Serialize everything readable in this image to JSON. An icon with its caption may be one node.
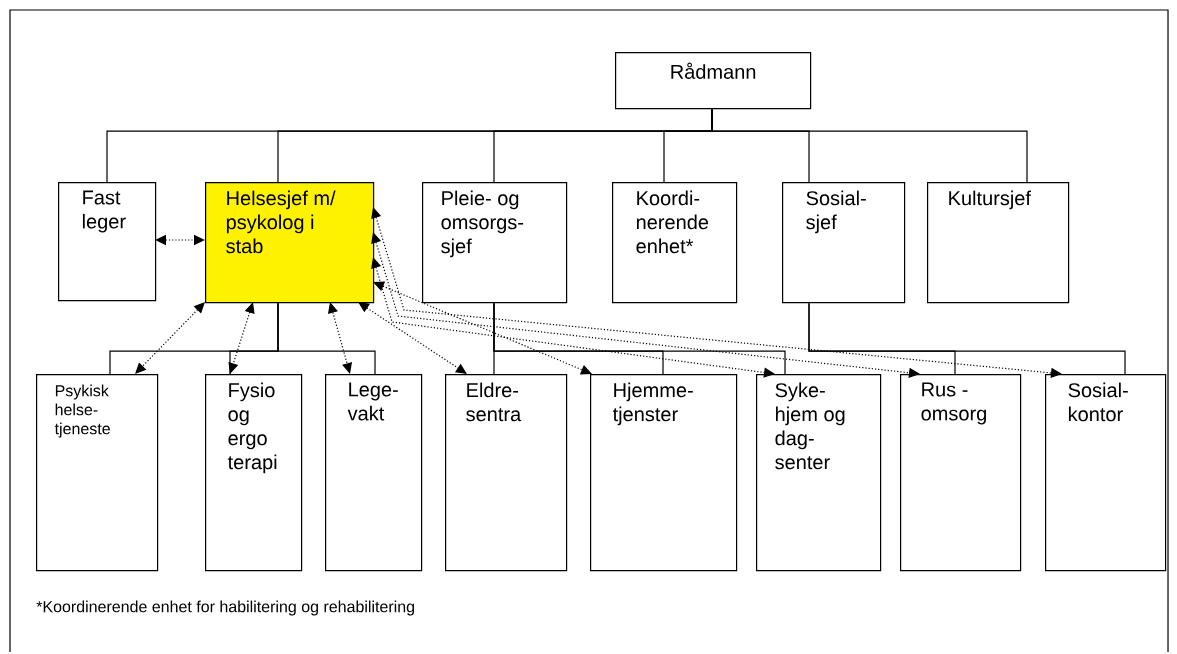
{
  "diagram": {
    "nodes": [
      {
        "text": [
          "Rådmann"
        ]
      },
      {
        "text": [
          "Fast leger"
        ]
      },
      {
        "text": [
          "Helsesjef m/ psykolog i stab"
        ]
      },
      {
        "text": [
          "Pleie- og omsorgs- sjef"
        ]
      },
      {
        "text": [
          "Koordi- nerende enhet*"
        ]
      },
      {
        "text": [
          "Sosial- sjef"
        ]
      },
      {
        "text": [
          "Kultursjef"
        ]
      },
      {
        "text": [
          "Psykisk helse- tjeneste"
        ]
      },
      {
        "text": [
          "Fysio og ergo terapi"
        ]
      },
      {
        "text": [
          "Lege- vakt"
        ]
      },
      {
        "text": [
          "Eldre- sentra"
        ]
      },
      {
        "text": [
          "Hjemme- tjenster"
        ]
      },
      {
        "text": [
          "Syke- hjem og dag- senter"
        ]
      },
      {
        "text": [
          "Rus - omsorg"
        ]
      },
      {
        "text": [
          "Sosial- kontor"
        ]
      }
    ],
    "edges": [
      {
        "from": 0,
        "to": 1,
        "arrow": "none"
      },
      {
        "from": 0,
        "to": 2,
        "arrow": "none"
      },
      {
        "from": 0,
        "to": 3,
        "arrow": "none"
      },
      {
        "from": 0,
        "to": 4,
        "arrow": "none"
      },
      {
        "from": 0,
        "to": 5,
        "arrow": "none"
      },
      {
        "from": 0,
        "to": 6,
        "arrow": "none"
      },
      {
        "from": 2,
        "to": 7,
        "arrow": "none"
      },
      {
        "from": 2,
        "to": 8,
        "arrow": "none"
      },
      {
        "from": 2,
        "to": 9,
        "arrow": "none"
      },
      {
        "from": 3,
        "to": 10,
        "arrow": "none"
      },
      {
        "from": 3,
        "to": 11,
        "arrow": "none"
      },
      {
        "from": 3,
        "to": 12,
        "arrow": "none"
      },
      {
        "from": 5,
        "to": 13,
        "arrow": "none"
      },
      {
        "from": 5,
        "to": 14,
        "arrow": "none"
      },
      {
        "from": 1,
        "to": 2,
        "arrow": "both",
        "style": "dashed"
      },
      {
        "from": 2,
        "to": 7,
        "arrow": "both",
        "style": "dashed"
      },
      {
        "from": 2,
        "to": 8,
        "arrow": "both",
        "style": "dashed"
      },
      {
        "from": 2,
        "to": 9,
        "arrow": "both",
        "style": "dashed"
      },
      {
        "from": 2,
        "to": 10,
        "arrow": "both",
        "style": "dashed"
      },
      {
        "from": 2,
        "to": 11,
        "arrow": "both",
        "style": "dashed"
      },
      {
        "from": 2,
        "to": 12,
        "arrow": "both",
        "style": "dashed"
      },
      {
        "from": 2,
        "to": 13,
        "arrow": "both",
        "style": "dashed"
      },
      {
        "from": 2,
        "to": 14,
        "arrow": "both",
        "style": "dashed"
      }
    ],
    "labels": [
      "*Koordinerende enhet for habilitering og rehabilitering"
    ]
  }
}
